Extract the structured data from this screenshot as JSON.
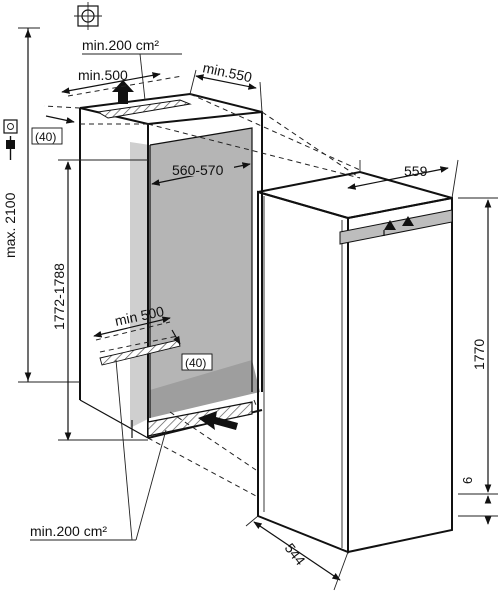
{
  "labels": {
    "min_vent_top": "min.200 cm²",
    "min_vent_bottom": "min.200 cm²",
    "min500_top": "min.500",
    "min500_bottom": "min 500",
    "min550": "min.550",
    "offset_top": "(40)",
    "offset_bottom": "(40)",
    "niche_width": "560-570",
    "appliance_width": "559",
    "max_height": "max. 2100",
    "niche_height": "1772-1788",
    "appliance_height": "1770",
    "base_gap": "6",
    "appliance_depth": "544"
  },
  "icons": [
    "socket-icon",
    "plug-icon",
    "crosshair-icon",
    "vent-arrow-icon"
  ],
  "colors": {
    "line": "#111111",
    "niche_interior": "#b5b5b5",
    "hinge_bar": "#bdbdbd"
  }
}
